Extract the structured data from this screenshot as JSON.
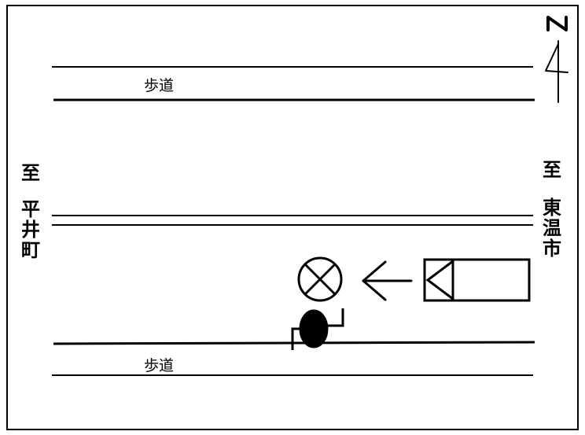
{
  "north_label": "N",
  "sidewalks": [
    {
      "label": "歩道"
    },
    {
      "label": "歩道"
    }
  ],
  "west_destination": {
    "prefix": "至",
    "name_chars": [
      "平",
      "井",
      "町"
    ]
  },
  "east_destination": {
    "prefix": "至",
    "name_chars": [
      "東",
      "温",
      "市"
    ]
  },
  "colors": {
    "line": "#000000",
    "background": "#ffffff"
  }
}
